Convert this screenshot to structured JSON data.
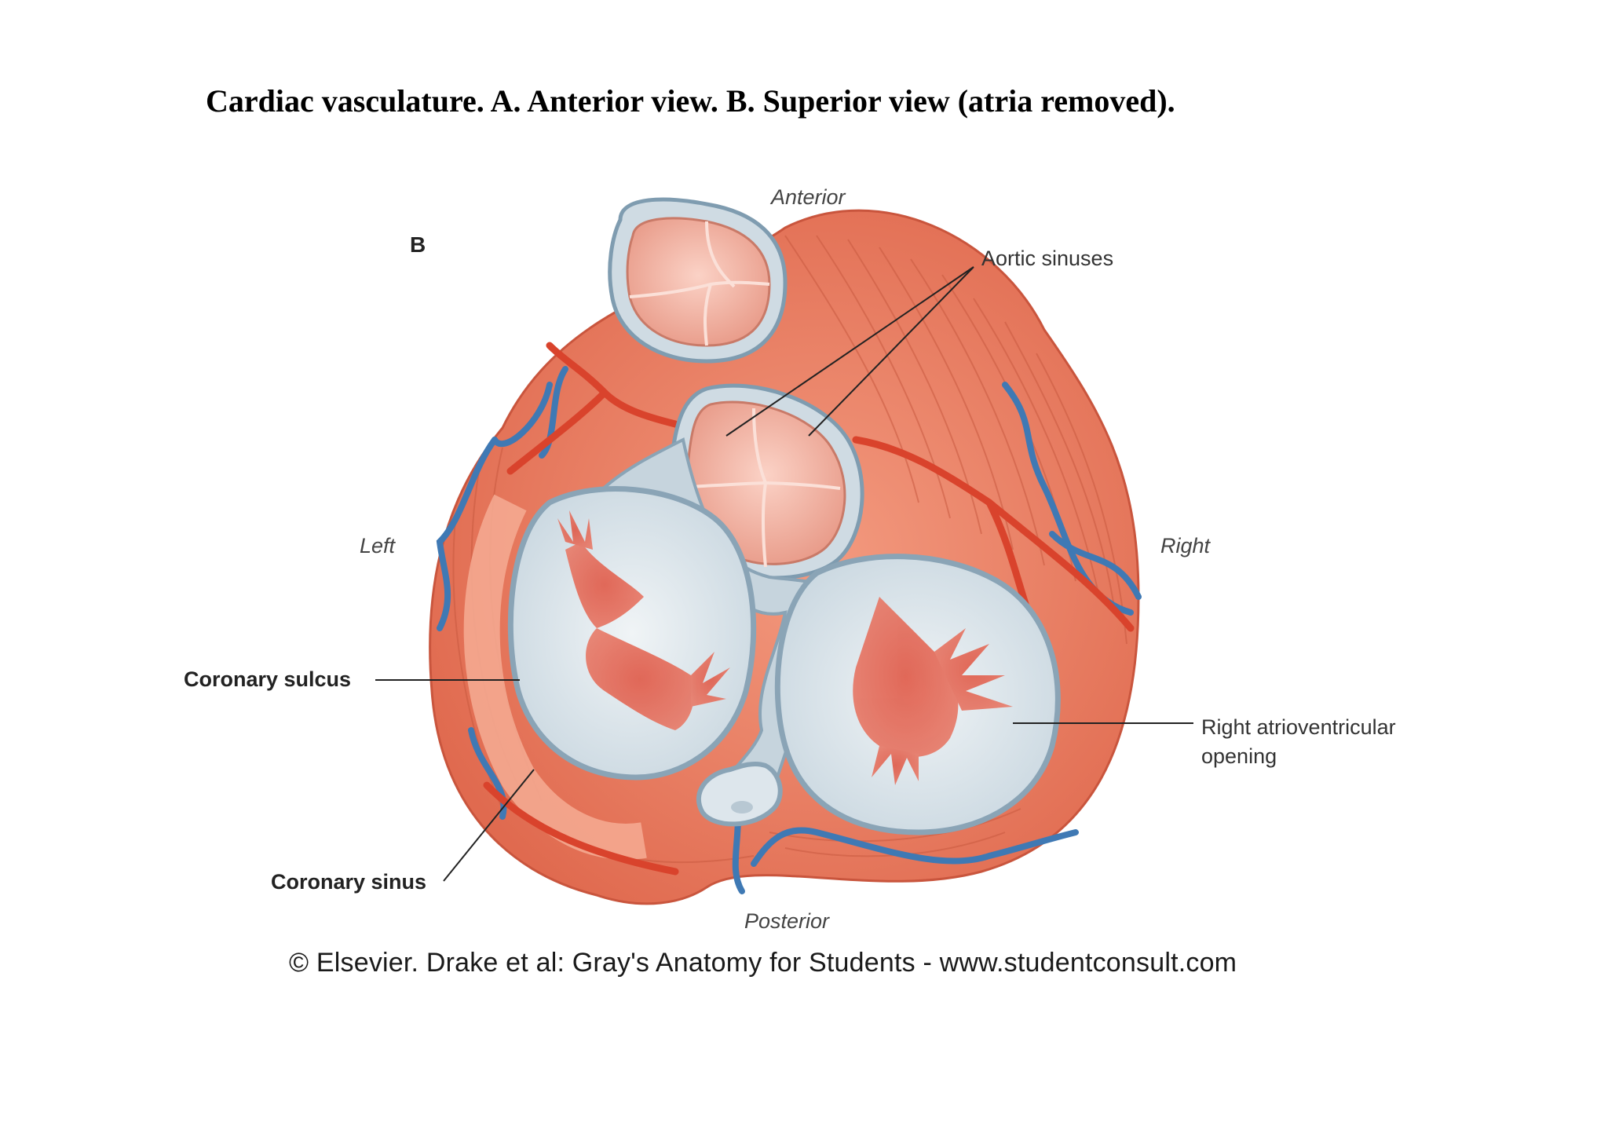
{
  "title": "Cardiac vasculature. A. Anterior view. B. Superior view (atria removed).",
  "panel": "B",
  "orientation": {
    "anterior": "Anterior",
    "posterior": "Posterior",
    "left": "Left",
    "right": "Right"
  },
  "labels": {
    "aortic_sinuses": "Aortic sinuses",
    "coronary_sulcus": "Coronary sulcus",
    "coronary_sinus": "Coronary sinus",
    "right_av_opening": "Right atrioventricular opening"
  },
  "credit": "© Elsevier. Drake et al: Gray's Anatomy for Students - www.studentconsult.com",
  "colors": {
    "myocardium": "#e9785e",
    "vessel_vein": "#3f79b4",
    "vessel_artery": "#d9432c",
    "valve_ring": "#a9bfcd",
    "opening_fill": "#dfe7ec",
    "cusp": "#f2b0a2"
  }
}
